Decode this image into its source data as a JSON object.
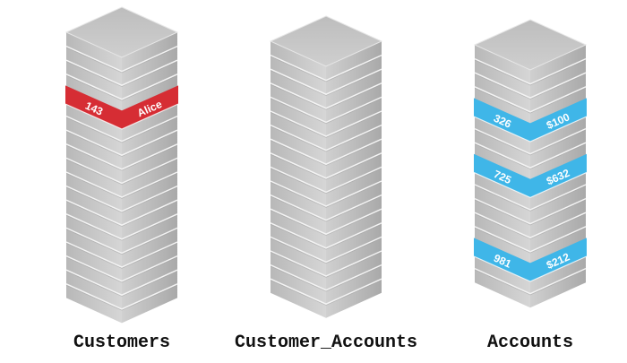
{
  "towers": [
    {
      "caption": "Customers",
      "highlights": [
        {
          "row": 4,
          "left": "143",
          "right": "Alice",
          "color": "#d62d34"
        }
      ]
    },
    {
      "caption": "Customer_Accounts",
      "highlights": []
    },
    {
      "caption": "Accounts",
      "highlights": [
        {
          "row": 4,
          "left": "326",
          "right": "$100",
          "color": "#3fb6e8"
        },
        {
          "row": 8,
          "left": "725",
          "right": "$632",
          "color": "#3fb6e8"
        },
        {
          "row": 14,
          "left": "981",
          "right": "$212",
          "color": "#3fb6e8"
        }
      ]
    }
  ]
}
